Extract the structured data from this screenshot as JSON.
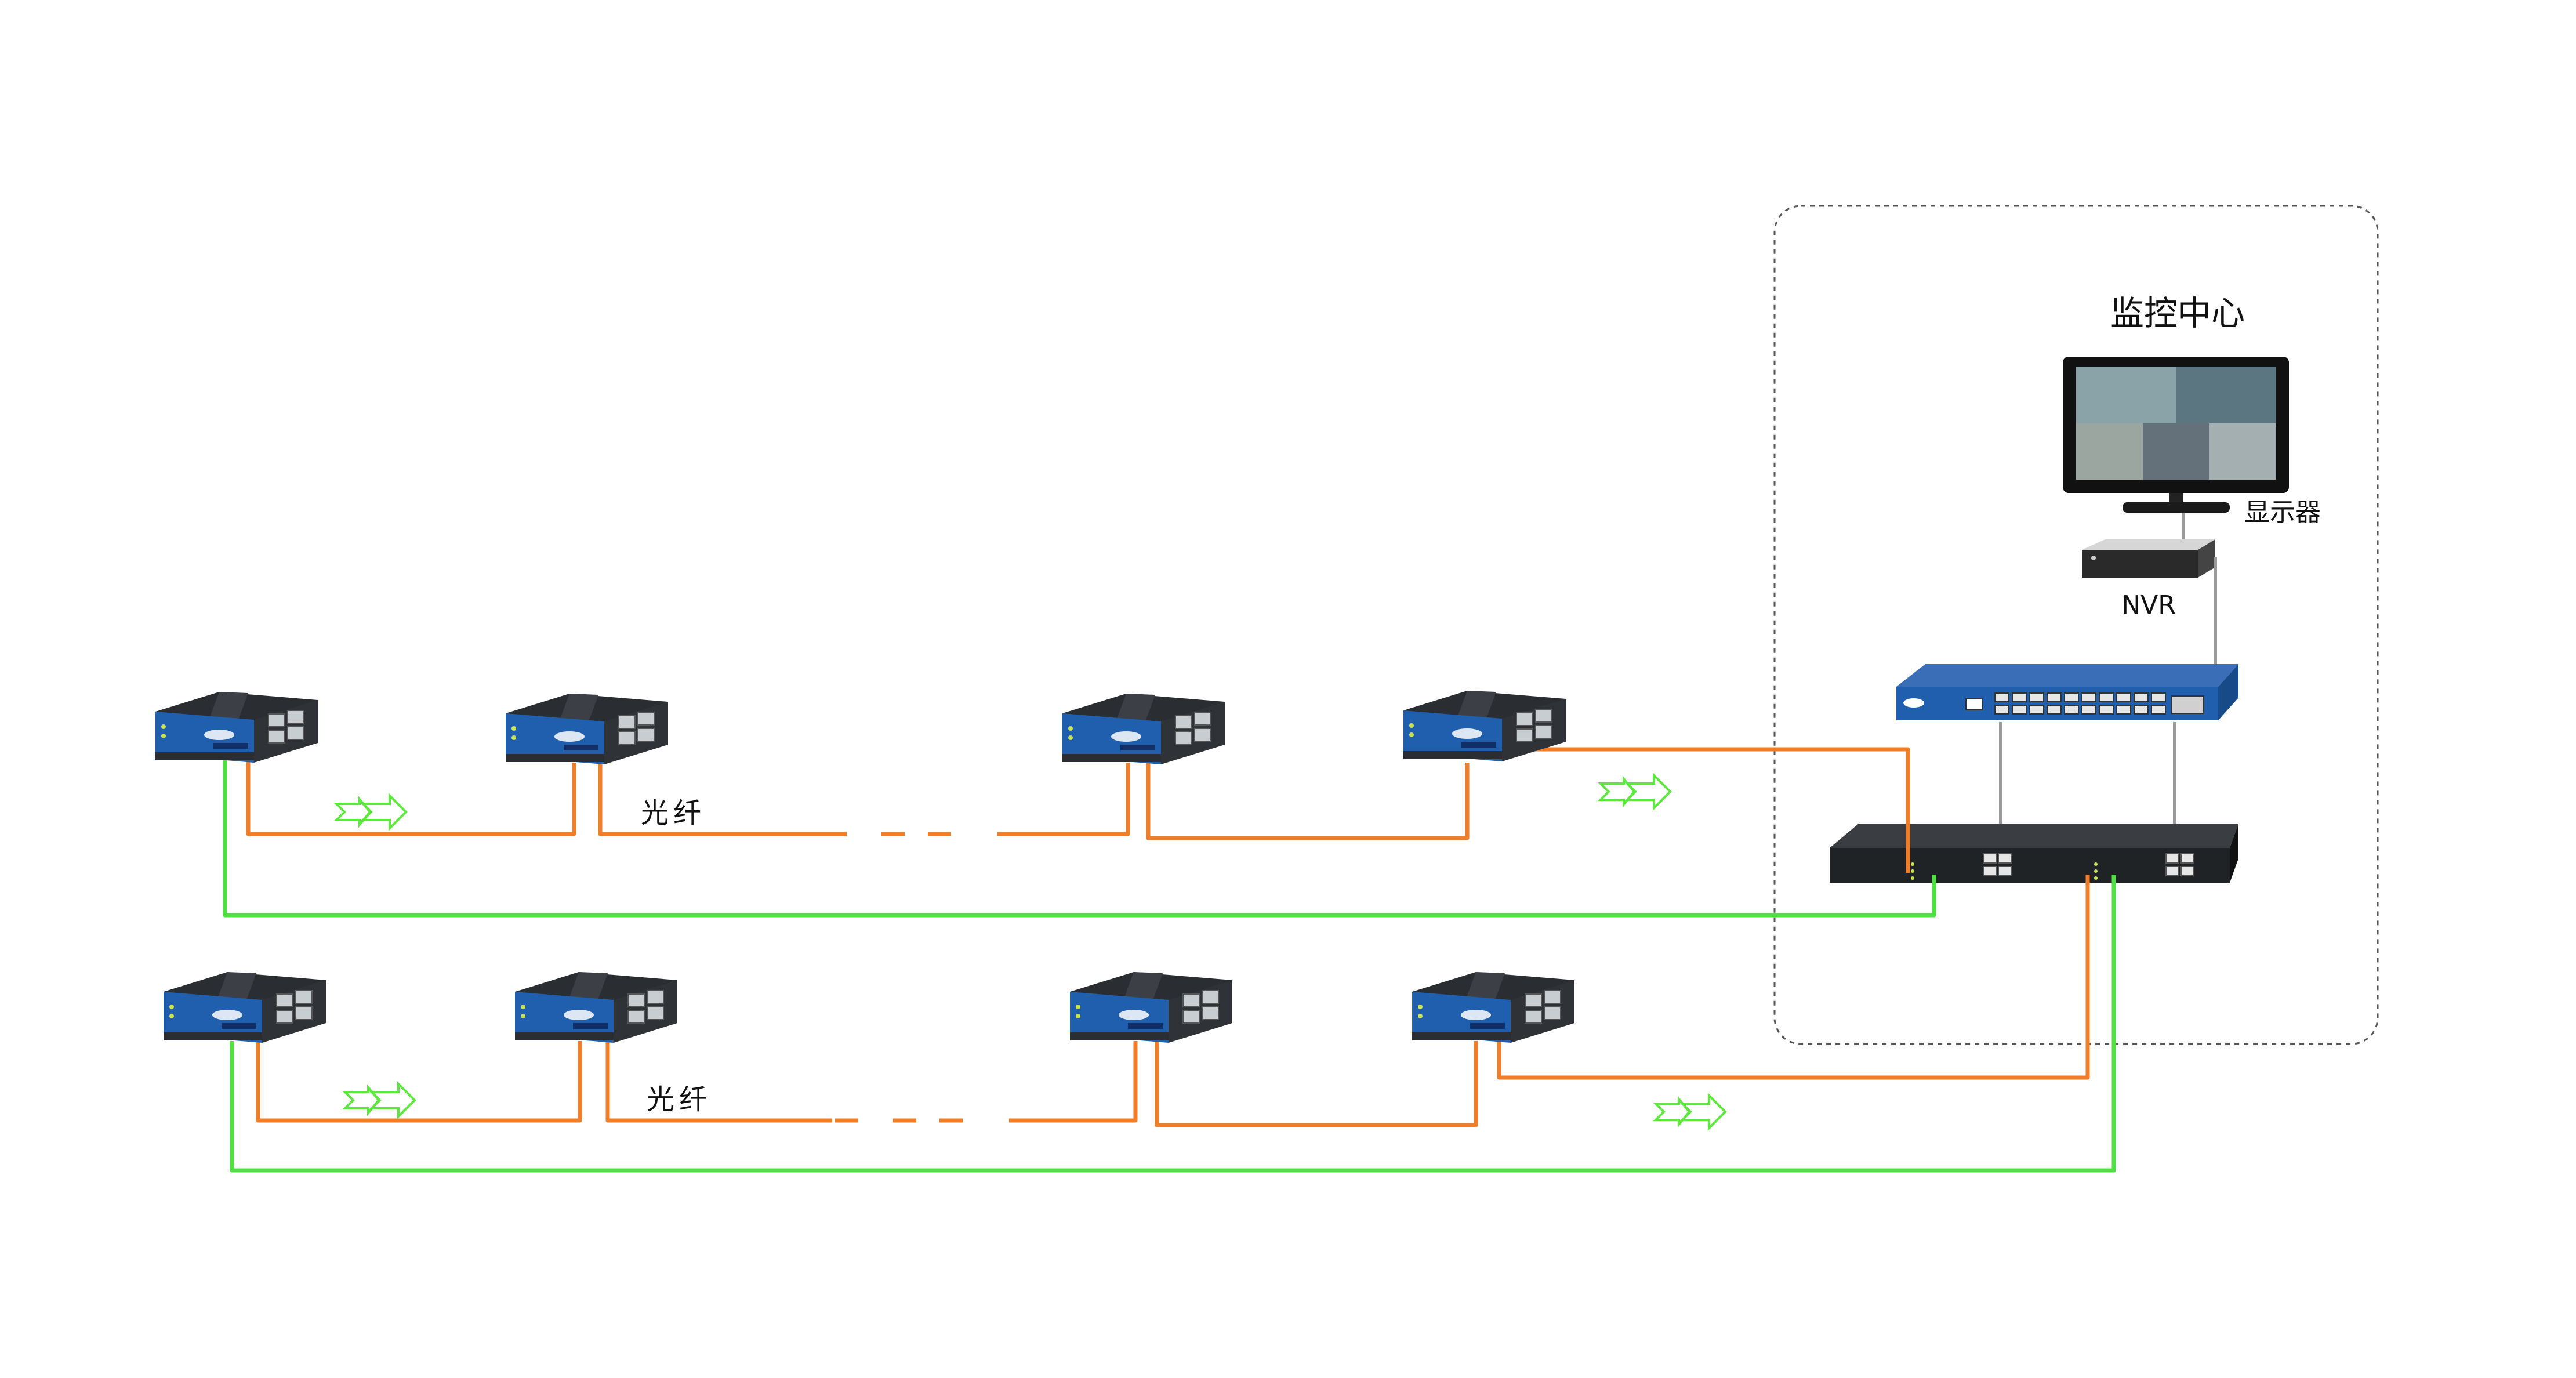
{
  "diagram": {
    "title": "监控中心",
    "monitor_label": "显示器",
    "nvr_label": "NVR",
    "fiber_label_row1": "光纤",
    "fiber_label_row2": "光纤"
  },
  "colors": {
    "fiber": "#f07d27",
    "green_line": "#4de040",
    "arrow": "#5ce83c",
    "device_blue": "#1f5fae",
    "device_dark": "#2c2f33",
    "grey_cable": "#9a9a9a"
  }
}
